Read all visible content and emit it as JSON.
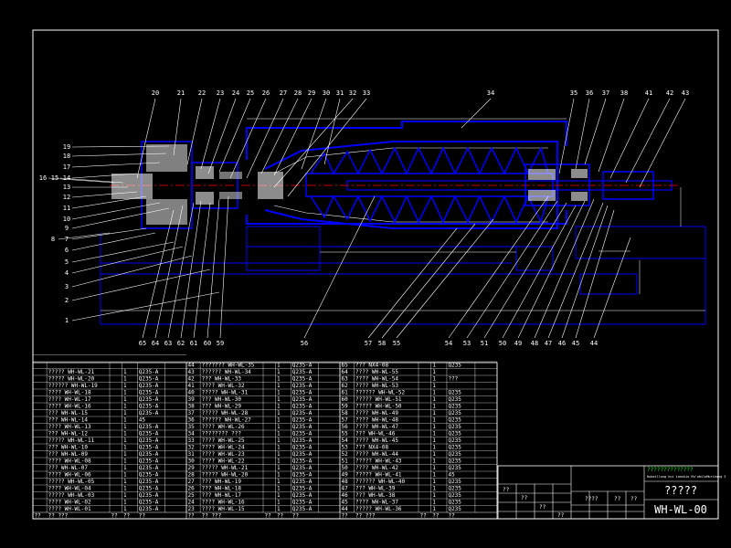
{
  "drawing": {
    "colors": {
      "background": "#000000",
      "outline": "#0000ff",
      "hatch": "#ffffff",
      "text": "#ffffff",
      "leader": "#ffffff",
      "accent_red": "#ff0000",
      "accent_green": "#00ff00",
      "cyan": "#00ffff"
    },
    "top_labels": [
      "20",
      "21",
      "22",
      "23",
      "24",
      "25",
      "26",
      "27",
      "28",
      "29",
      "30",
      "31",
      "32",
      "33",
      "34",
      "35",
      "36",
      "37",
      "38",
      "41",
      "42",
      "43"
    ],
    "left_labels": [
      "19",
      "18",
      "17",
      "14",
      "16",
      "15",
      "13",
      "12",
      "11",
      "10",
      "9",
      "8",
      "7",
      "6",
      "5",
      "4",
      "3",
      "2",
      "1"
    ],
    "bottom_labels": [
      "65",
      "64",
      "63",
      "62",
      "61",
      "60",
      "59",
      "56",
      "57",
      "58",
      "55",
      "54",
      "53",
      "51",
      "50",
      "49",
      "48",
      "47",
      "46",
      "45",
      "44"
    ],
    "title_block": {
      "company_text": "??????????????",
      "company_subtext": "Hubeillong hui ianshio Mu'obiloMurihong 3",
      "title": "?????",
      "drawing_no": "WH-WL-00",
      "small_cells": [
        "????",
        "??",
        "??",
        "??",
        "??",
        "??",
        "??"
      ]
    },
    "bom_left_rows": [
      {
        "no": "",
        "name": "",
        "code": "",
        "qty": "",
        "mat": ""
      },
      {
        "no": "",
        "name": "",
        "code": "",
        "qty": "",
        "mat": ""
      },
      {
        "no": "",
        "name": "????? WH-WL-21",
        "code": "",
        "qty": "1",
        "mat": "Q235-A"
      },
      {
        "no": "",
        "name": "????? WH-WL-20",
        "code": "",
        "qty": "1",
        "mat": "Q235-A"
      },
      {
        "no": "",
        "name": "?????? WH-WL-19",
        "code": "",
        "qty": "1",
        "mat": "Q235-A"
      },
      {
        "no": "",
        "name": "???? WH-WL-18",
        "code": "",
        "qty": "1",
        "mat": "Q235-A"
      },
      {
        "no": "",
        "name": "???? WH-WL-17",
        "code": "",
        "qty": "1",
        "mat": "Q235-A"
      },
      {
        "no": "",
        "name": "???? WH-WL-16",
        "code": "",
        "qty": "1",
        "mat": "Q235-A"
      },
      {
        "no": "",
        "name": "??? WH-WL-15",
        "code": "",
        "qty": "1",
        "mat": "Q235-A"
      },
      {
        "no": "",
        "name": "??? WH-WL-14",
        "code": "",
        "qty": "1",
        "mat": "45"
      },
      {
        "no": "",
        "name": "???? WH-WL-13",
        "code": "",
        "qty": "1",
        "mat": "Q235-A"
      },
      {
        "no": "",
        "name": "??? WH-WL-12",
        "code": "",
        "qty": "1",
        "mat": "Q235-A"
      },
      {
        "no": "",
        "name": "????? WH-WL-11",
        "code": "",
        "qty": "1",
        "mat": "Q235-A"
      },
      {
        "no": "",
        "name": "??? WH-WL-10",
        "code": "",
        "qty": "1",
        "mat": "Q235-A"
      },
      {
        "no": "",
        "name": "??? WH-WL-09",
        "code": "",
        "qty": "1",
        "mat": "Q235-A"
      },
      {
        "no": "",
        "name": "???? WH-WL-08",
        "code": "",
        "qty": "1",
        "mat": "Q235-A"
      },
      {
        "no": "",
        "name": "??? WH-WL-07",
        "code": "",
        "qty": "1",
        "mat": "Q235-A"
      },
      {
        "no": "",
        "name": "???? WH-WL-06",
        "code": "",
        "qty": "1",
        "mat": "Q235-A"
      },
      {
        "no": "",
        "name": "????? WH-WL-05",
        "code": "",
        "qty": "1",
        "mat": "Q235-A"
      },
      {
        "no": "",
        "name": "???? WH-WL-04",
        "code": "",
        "qty": "1",
        "mat": "Q235-A"
      },
      {
        "no": "",
        "name": "????? WH-WL-03",
        "code": "",
        "qty": "1",
        "mat": "Q235-A"
      },
      {
        "no": "",
        "name": "???? WH-WL-02",
        "code": "",
        "qty": "1",
        "mat": "Q235-A"
      },
      {
        "no": "",
        "name": "???? WH-WL-01",
        "code": "",
        "qty": "1",
        "mat": "Q235-A"
      }
    ],
    "bom_mid_rows": [
      {
        "no": "44",
        "name": "??????? WH-WL-35",
        "code": "",
        "qty": "1",
        "mat": "Q235-A"
      },
      {
        "no": "43",
        "name": "?????? WH-WL-34",
        "code": "",
        "qty": "1",
        "mat": "Q235-A"
      },
      {
        "no": "42",
        "name": "??? WH-WL-33",
        "code": "",
        "qty": "1",
        "mat": "Q235-A"
      },
      {
        "no": "41",
        "name": "???? WH-WL-32",
        "code": "",
        "qty": "1",
        "mat": "Q235-A"
      },
      {
        "no": "40",
        "name": "????? WH-WL-31",
        "code": "",
        "qty": "1",
        "mat": "Q235-A"
      },
      {
        "no": "39",
        "name": "??? WH-WL-30",
        "code": "",
        "qty": "1",
        "mat": "Q235-A"
      },
      {
        "no": "38",
        "name": "??? WH-WL-29",
        "code": "",
        "qty": "1",
        "mat": "Q235-A"
      },
      {
        "no": "37",
        "name": "????? WH-WL-28",
        "code": "",
        "qty": "1",
        "mat": "Q235-A"
      },
      {
        "no": "36",
        "name": "?????? WH-WL-27",
        "code": "",
        "qty": "1",
        "mat": "Q235-A"
      },
      {
        "no": "35",
        "name": "???? WH-WL-26",
        "code": "",
        "qty": "1",
        "mat": "Q235-A"
      },
      {
        "no": "34",
        "name": "???????? ???",
        "code": "",
        "qty": "1",
        "mat": "Q235-A"
      },
      {
        "no": "33",
        "name": "???? WH-WL-25",
        "code": "",
        "qty": "1",
        "mat": "Q235-A"
      },
      {
        "no": "32",
        "name": "???? WH-WL-24",
        "code": "",
        "qty": "1",
        "mat": "Q235-A"
      },
      {
        "no": "31",
        "name": "???? WH-WL-23",
        "code": "",
        "qty": "1",
        "mat": "Q235-A"
      },
      {
        "no": "30",
        "name": "???? WH-WL-22",
        "code": "",
        "qty": "1",
        "mat": "Q235-A"
      },
      {
        "no": "29",
        "name": "????? WH-WL-21",
        "code": "",
        "qty": "1",
        "mat": "Q235-A"
      },
      {
        "no": "28",
        "name": "????? WH-WL-20",
        "code": "",
        "qty": "1",
        "mat": "Q235-A"
      },
      {
        "no": "27",
        "name": "??? WH-WL-19",
        "code": "",
        "qty": "1",
        "mat": "Q235-A"
      },
      {
        "no": "26",
        "name": "??? WH-WL-18",
        "code": "",
        "qty": "1",
        "mat": "Q235-A"
      },
      {
        "no": "25",
        "name": "??? WH-WL-17",
        "code": "",
        "qty": "1",
        "mat": "Q235-A"
      },
      {
        "no": "24",
        "name": "???? WH-WL-16",
        "code": "",
        "qty": "1",
        "mat": "Q235-A"
      },
      {
        "no": "23",
        "name": "???? WH-WL-15",
        "code": "",
        "qty": "1",
        "mat": "Q235-A"
      }
    ],
    "bom_right_rows": [
      {
        "no": "65",
        "name": "??? NX4-08",
        "code": "",
        "qty": "1",
        "mat": "Q235"
      },
      {
        "no": "64",
        "name": "???? WH-WL-55",
        "code": "",
        "qty": "1",
        "mat": ""
      },
      {
        "no": "63",
        "name": "???? WH-WL-54",
        "code": "",
        "qty": "1",
        "mat": "???"
      },
      {
        "no": "62",
        "name": "???? WH-WL-53",
        "code": "",
        "qty": "1",
        "mat": ""
      },
      {
        "no": "61",
        "name": "?????? WH-WL-52",
        "code": "",
        "qty": "1",
        "mat": "Q235"
      },
      {
        "no": "60",
        "name": "????? WH-WL-51",
        "code": "",
        "qty": "1",
        "mat": "Q235"
      },
      {
        "no": "59",
        "name": "????? WH-WL-50",
        "code": "",
        "qty": "1",
        "mat": "Q235"
      },
      {
        "no": "58",
        "name": "???? WH-WL-49",
        "code": "",
        "qty": "1",
        "mat": "Q235"
      },
      {
        "no": "57",
        "name": "???? WH-WL-48",
        "code": "",
        "qty": "1",
        "mat": "Q235"
      },
      {
        "no": "56",
        "name": "???? WH-WL-47",
        "code": "",
        "qty": "1",
        "mat": "Q235"
      },
      {
        "no": "55",
        "name": "??? WH-WL-46",
        "code": "",
        "qty": "1",
        "mat": "Q235"
      },
      {
        "no": "54",
        "name": "???? WH-WL-45",
        "code": "",
        "qty": "1",
        "mat": "Q235"
      },
      {
        "no": "53",
        "name": "??? NX4-08",
        "code": "",
        "qty": "1",
        "mat": "Q235"
      },
      {
        "no": "52",
        "name": "???? WH-WL-44",
        "code": "",
        "qty": "1",
        "mat": "Q235"
      },
      {
        "no": "51",
        "name": "????? WH-WL-43",
        "code": "",
        "qty": "1",
        "mat": "Q235"
      },
      {
        "no": "50",
        "name": "???? WH-WL-42",
        "code": "",
        "qty": "1",
        "mat": "Q235"
      },
      {
        "no": "49",
        "name": "????? WH-WL-41",
        "code": "",
        "qty": "1",
        "mat": "45"
      },
      {
        "no": "48",
        "name": "?????? WH-WL-40",
        "code": "",
        "qty": "1",
        "mat": "Q235"
      },
      {
        "no": "47",
        "name": "??? WH-WL-39",
        "code": "",
        "qty": "1",
        "mat": "Q235"
      },
      {
        "no": "46",
        "name": "??? WH-WL-38",
        "code": "",
        "qty": "1",
        "mat": "Q235"
      },
      {
        "no": "45",
        "name": "???? WH-WL-37",
        "code": "",
        "qty": "1",
        "mat": "Q235"
      },
      {
        "no": "44",
        "name": "????? WH-WL-36",
        "code": "",
        "qty": "1",
        "mat": "Q235"
      }
    ],
    "bom_header": {
      "no": "??",
      "name": "?? ???",
      "code": "??",
      "qty": "??",
      "mat": "??"
    }
  }
}
